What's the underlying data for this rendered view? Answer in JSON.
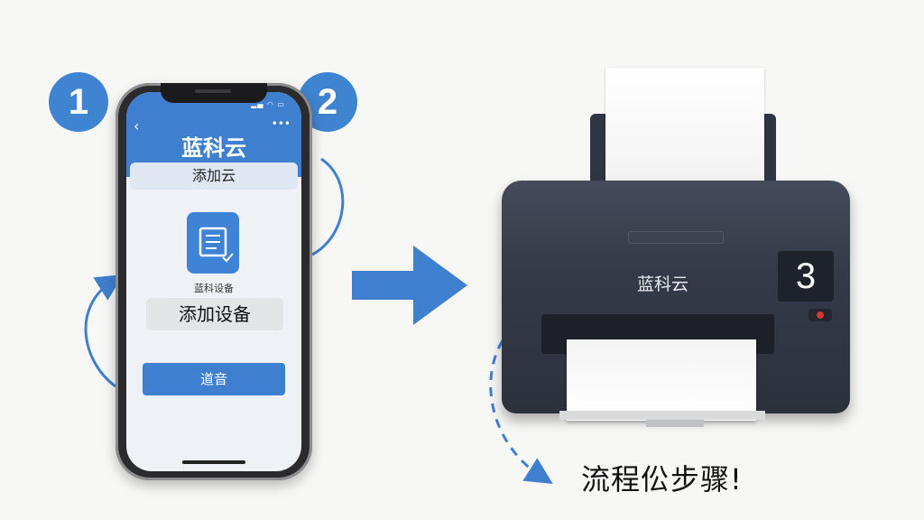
{
  "steps": {
    "one": "1",
    "two": "2",
    "three": "3"
  },
  "phone": {
    "app_title": "蓝科云",
    "subtitle": "添加云",
    "device_label": "蓝科设备",
    "add_device": "添加设备",
    "confirm_button": "道音"
  },
  "printer": {
    "brand": "蓝科云"
  },
  "caption": "流程伀步骤!",
  "colors": {
    "accent_blue": "#3f7fd0",
    "printer_body": "#343a47",
    "power_led": "#d43a32"
  }
}
